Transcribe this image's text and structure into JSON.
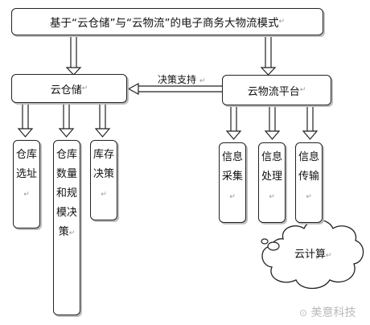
{
  "top": {
    "title": "基于“云仓储”与“云物流”的电子商务大物流模式",
    "mark": "↵"
  },
  "left": {
    "title": "云仓储",
    "mark": "↵",
    "children": [
      {
        "text": "仓库选址",
        "mark": "↵"
      },
      {
        "text": "仓库数量和规模决策",
        "mark": "↵"
      },
      {
        "text": "库存决策",
        "mark": "↵"
      }
    ]
  },
  "right": {
    "title": "云物流平台",
    "mark": "↵",
    "children": [
      {
        "text": "信息采集",
        "mark": "↵"
      },
      {
        "text": "信息处理",
        "mark": "↵"
      },
      {
        "text": "信息传输",
        "mark": "↵"
      }
    ]
  },
  "link": {
    "label": "决策支持",
    "mark": "↵"
  },
  "cloud": {
    "label": "云计算",
    "mark": "↵"
  },
  "watermark": {
    "text": "美意科技"
  }
}
